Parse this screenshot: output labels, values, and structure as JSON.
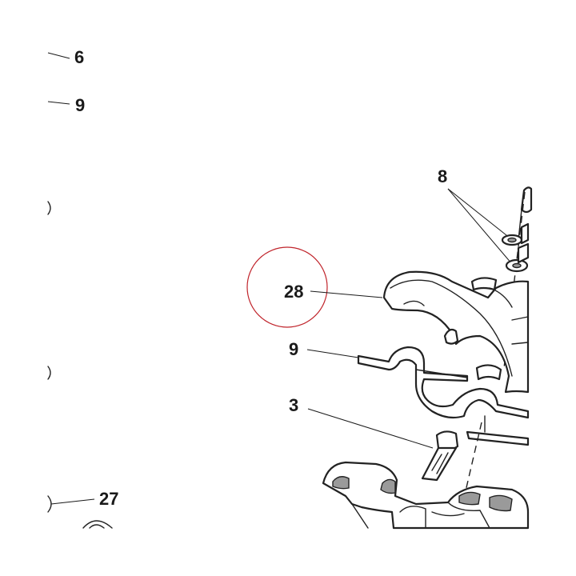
{
  "callouts": {
    "c6": "6",
    "c9_top": "9",
    "c8": "8",
    "c28": "28",
    "c9_mid": "9",
    "c3": "3",
    "c27": "27"
  },
  "highlight": {
    "color": "#c0242b",
    "target_callout": "28"
  },
  "colors": {
    "line": "#222222",
    "text": "#1a1a1a",
    "shade": "#9a9a9a",
    "background": "#ffffff"
  }
}
